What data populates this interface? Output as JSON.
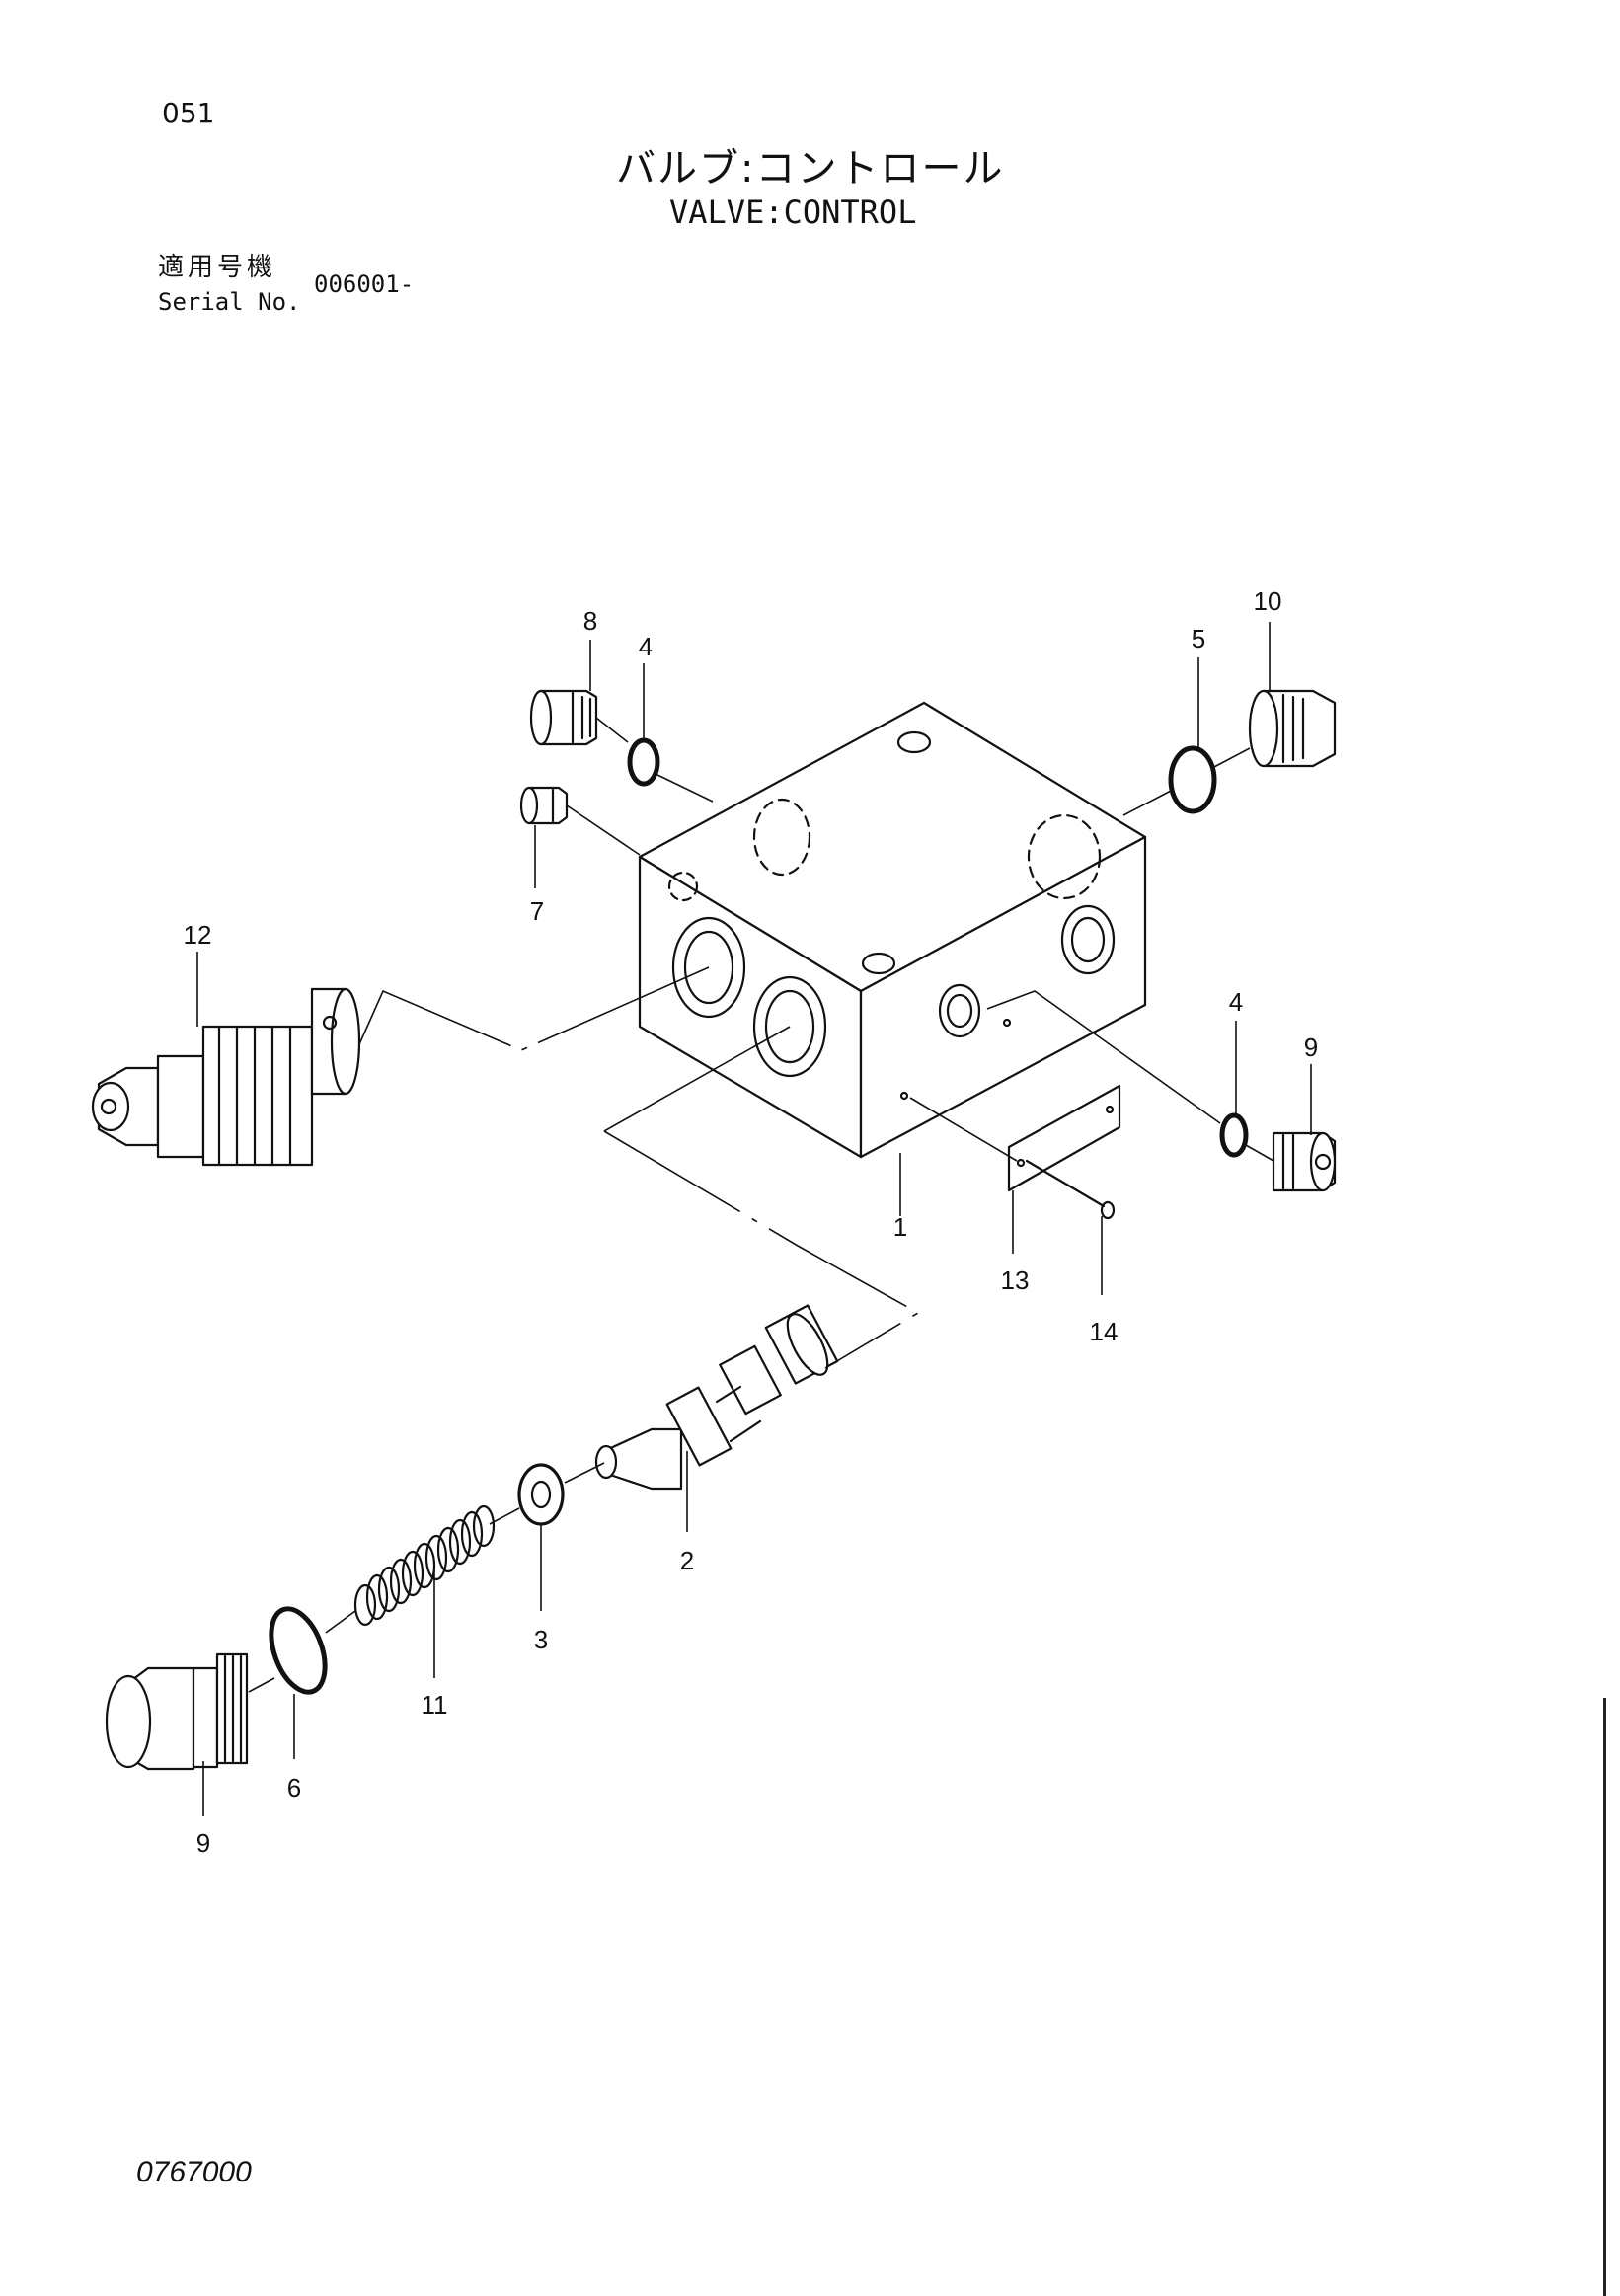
{
  "header": {
    "page_number": "051",
    "title_jp": "バルブ:コントロール",
    "title_en": "VALVE:CONTROL",
    "serial_label_jp": "適用号機",
    "serial_label_en": "Serial No.",
    "serial_value": "006001-"
  },
  "diagram": {
    "callouts": [
      {
        "id": "c1",
        "label": "1"
      },
      {
        "id": "c2",
        "label": "2"
      },
      {
        "id": "c3",
        "label": "3"
      },
      {
        "id": "c4a",
        "label": "4"
      },
      {
        "id": "c4b",
        "label": "4"
      },
      {
        "id": "c5",
        "label": "5"
      },
      {
        "id": "c6",
        "label": "6"
      },
      {
        "id": "c7",
        "label": "7"
      },
      {
        "id": "c8",
        "label": "8"
      },
      {
        "id": "c9a",
        "label": "9"
      },
      {
        "id": "c9b",
        "label": "9"
      },
      {
        "id": "c10",
        "label": "10"
      },
      {
        "id": "c11",
        "label": "11"
      },
      {
        "id": "c12",
        "label": "12"
      },
      {
        "id": "c13",
        "label": "13"
      },
      {
        "id": "c14",
        "label": "14"
      }
    ]
  },
  "footer": {
    "doc_code": "0767000"
  }
}
